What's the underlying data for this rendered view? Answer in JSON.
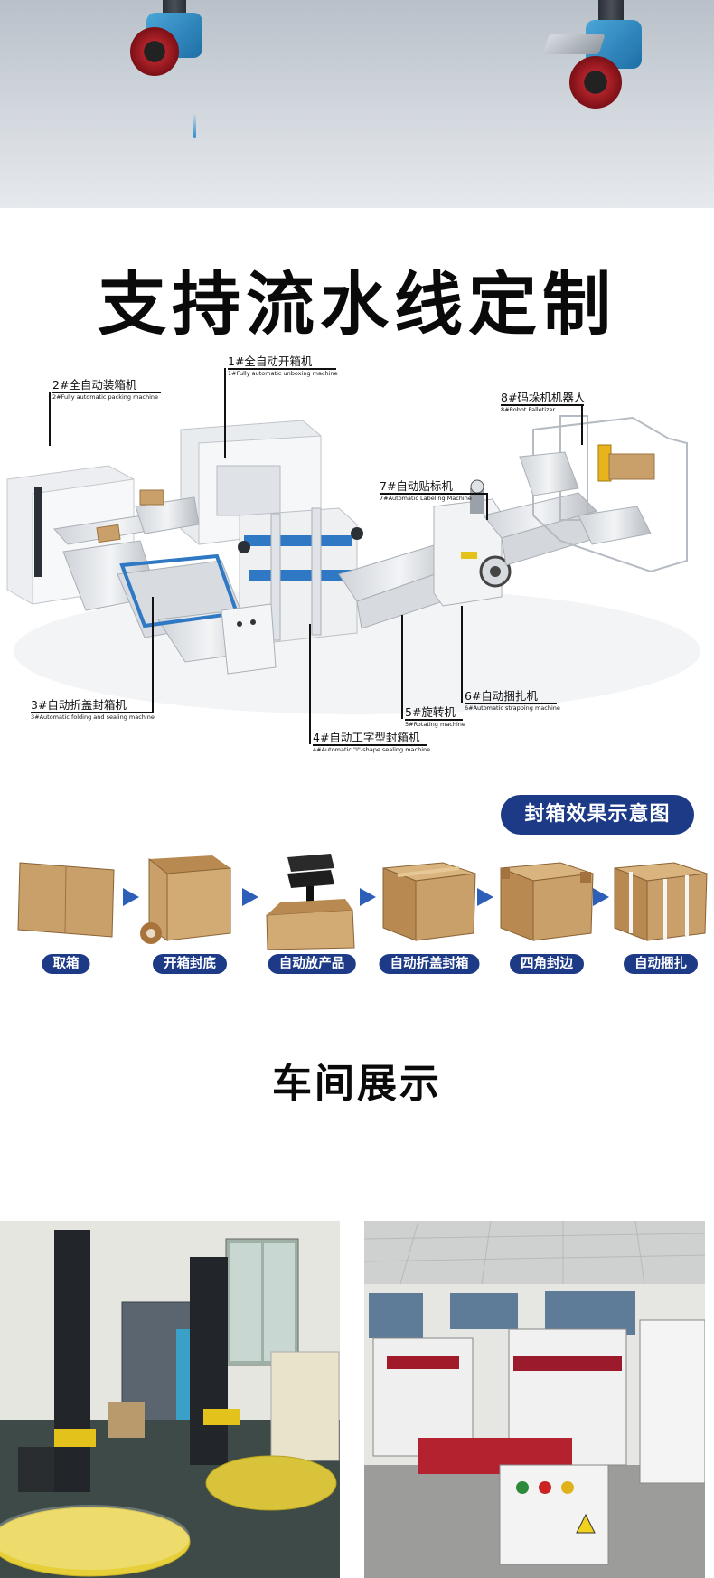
{
  "hero": {
    "caption": ""
  },
  "section_line": {
    "title": "支持流水线定制",
    "machines": [
      {
        "zh": "1#全自动开箱机",
        "en": "1#Fully automatic unboxing machine"
      },
      {
        "zh": "2#全自动装箱机",
        "en": "2#Fully automatic packing machine"
      },
      {
        "zh": "3#自动折盖封箱机",
        "en": "3#Automatic folding and sealing machine"
      },
      {
        "zh": "4#自动工字型封箱机",
        "en": "4#Automatic \"I\"-shape sealing machine"
      },
      {
        "zh": "5#旋转机",
        "en": "5#Rotating machine"
      },
      {
        "zh": "6#自动捆扎机",
        "en": "6#Automatic strapping machine"
      },
      {
        "zh": "7#自动贴标机",
        "en": "7#Automatic Labeling Machine"
      },
      {
        "zh": "8#码垛机机器人",
        "en": "8#Robot Palletizer"
      }
    ]
  },
  "effect": {
    "badge": "封箱效果示意图",
    "steps": [
      {
        "label": "取箱"
      },
      {
        "label": "开箱封底"
      },
      {
        "label": "自动放产品"
      },
      {
        "label": "自动折盖封箱"
      },
      {
        "label": "四角封边"
      },
      {
        "label": "自动捆扎"
      }
    ]
  },
  "section_workshop": {
    "title": "车间展示"
  },
  "colors": {
    "accent": "#1d3a86",
    "arrow": "#2d5fb8",
    "cardboard": "#c9a06a"
  }
}
